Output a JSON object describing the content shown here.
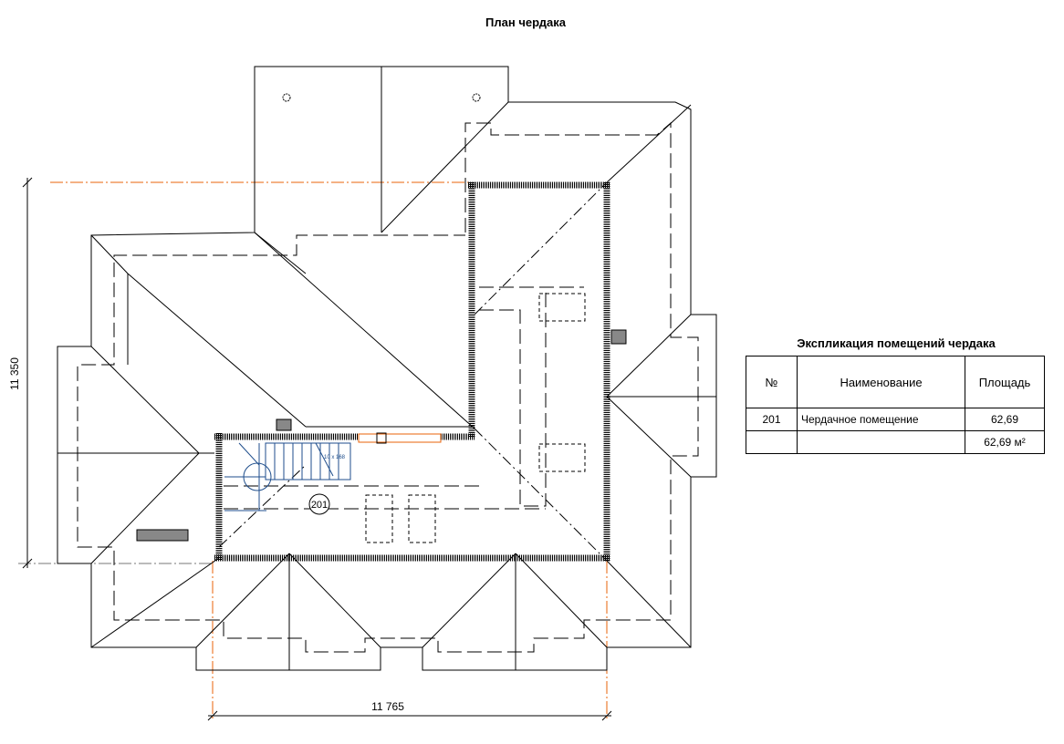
{
  "title": "План чердака",
  "dimensions": {
    "vertical": "11 350",
    "horizontal": "11 765"
  },
  "room_tag": "201",
  "stair_label": "10 x 168",
  "explication": {
    "title": "Экспликация помещений чердака",
    "headers": [
      "№",
      "Наименование",
      "Площадь"
    ],
    "rows": [
      {
        "num": "201",
        "name": "Чердачное помещение",
        "area": "62,69"
      }
    ],
    "total": "62,69 м²"
  },
  "colors": {
    "lines": "#000000",
    "axis": "#e8630a",
    "stair": "#1f4e8c"
  }
}
